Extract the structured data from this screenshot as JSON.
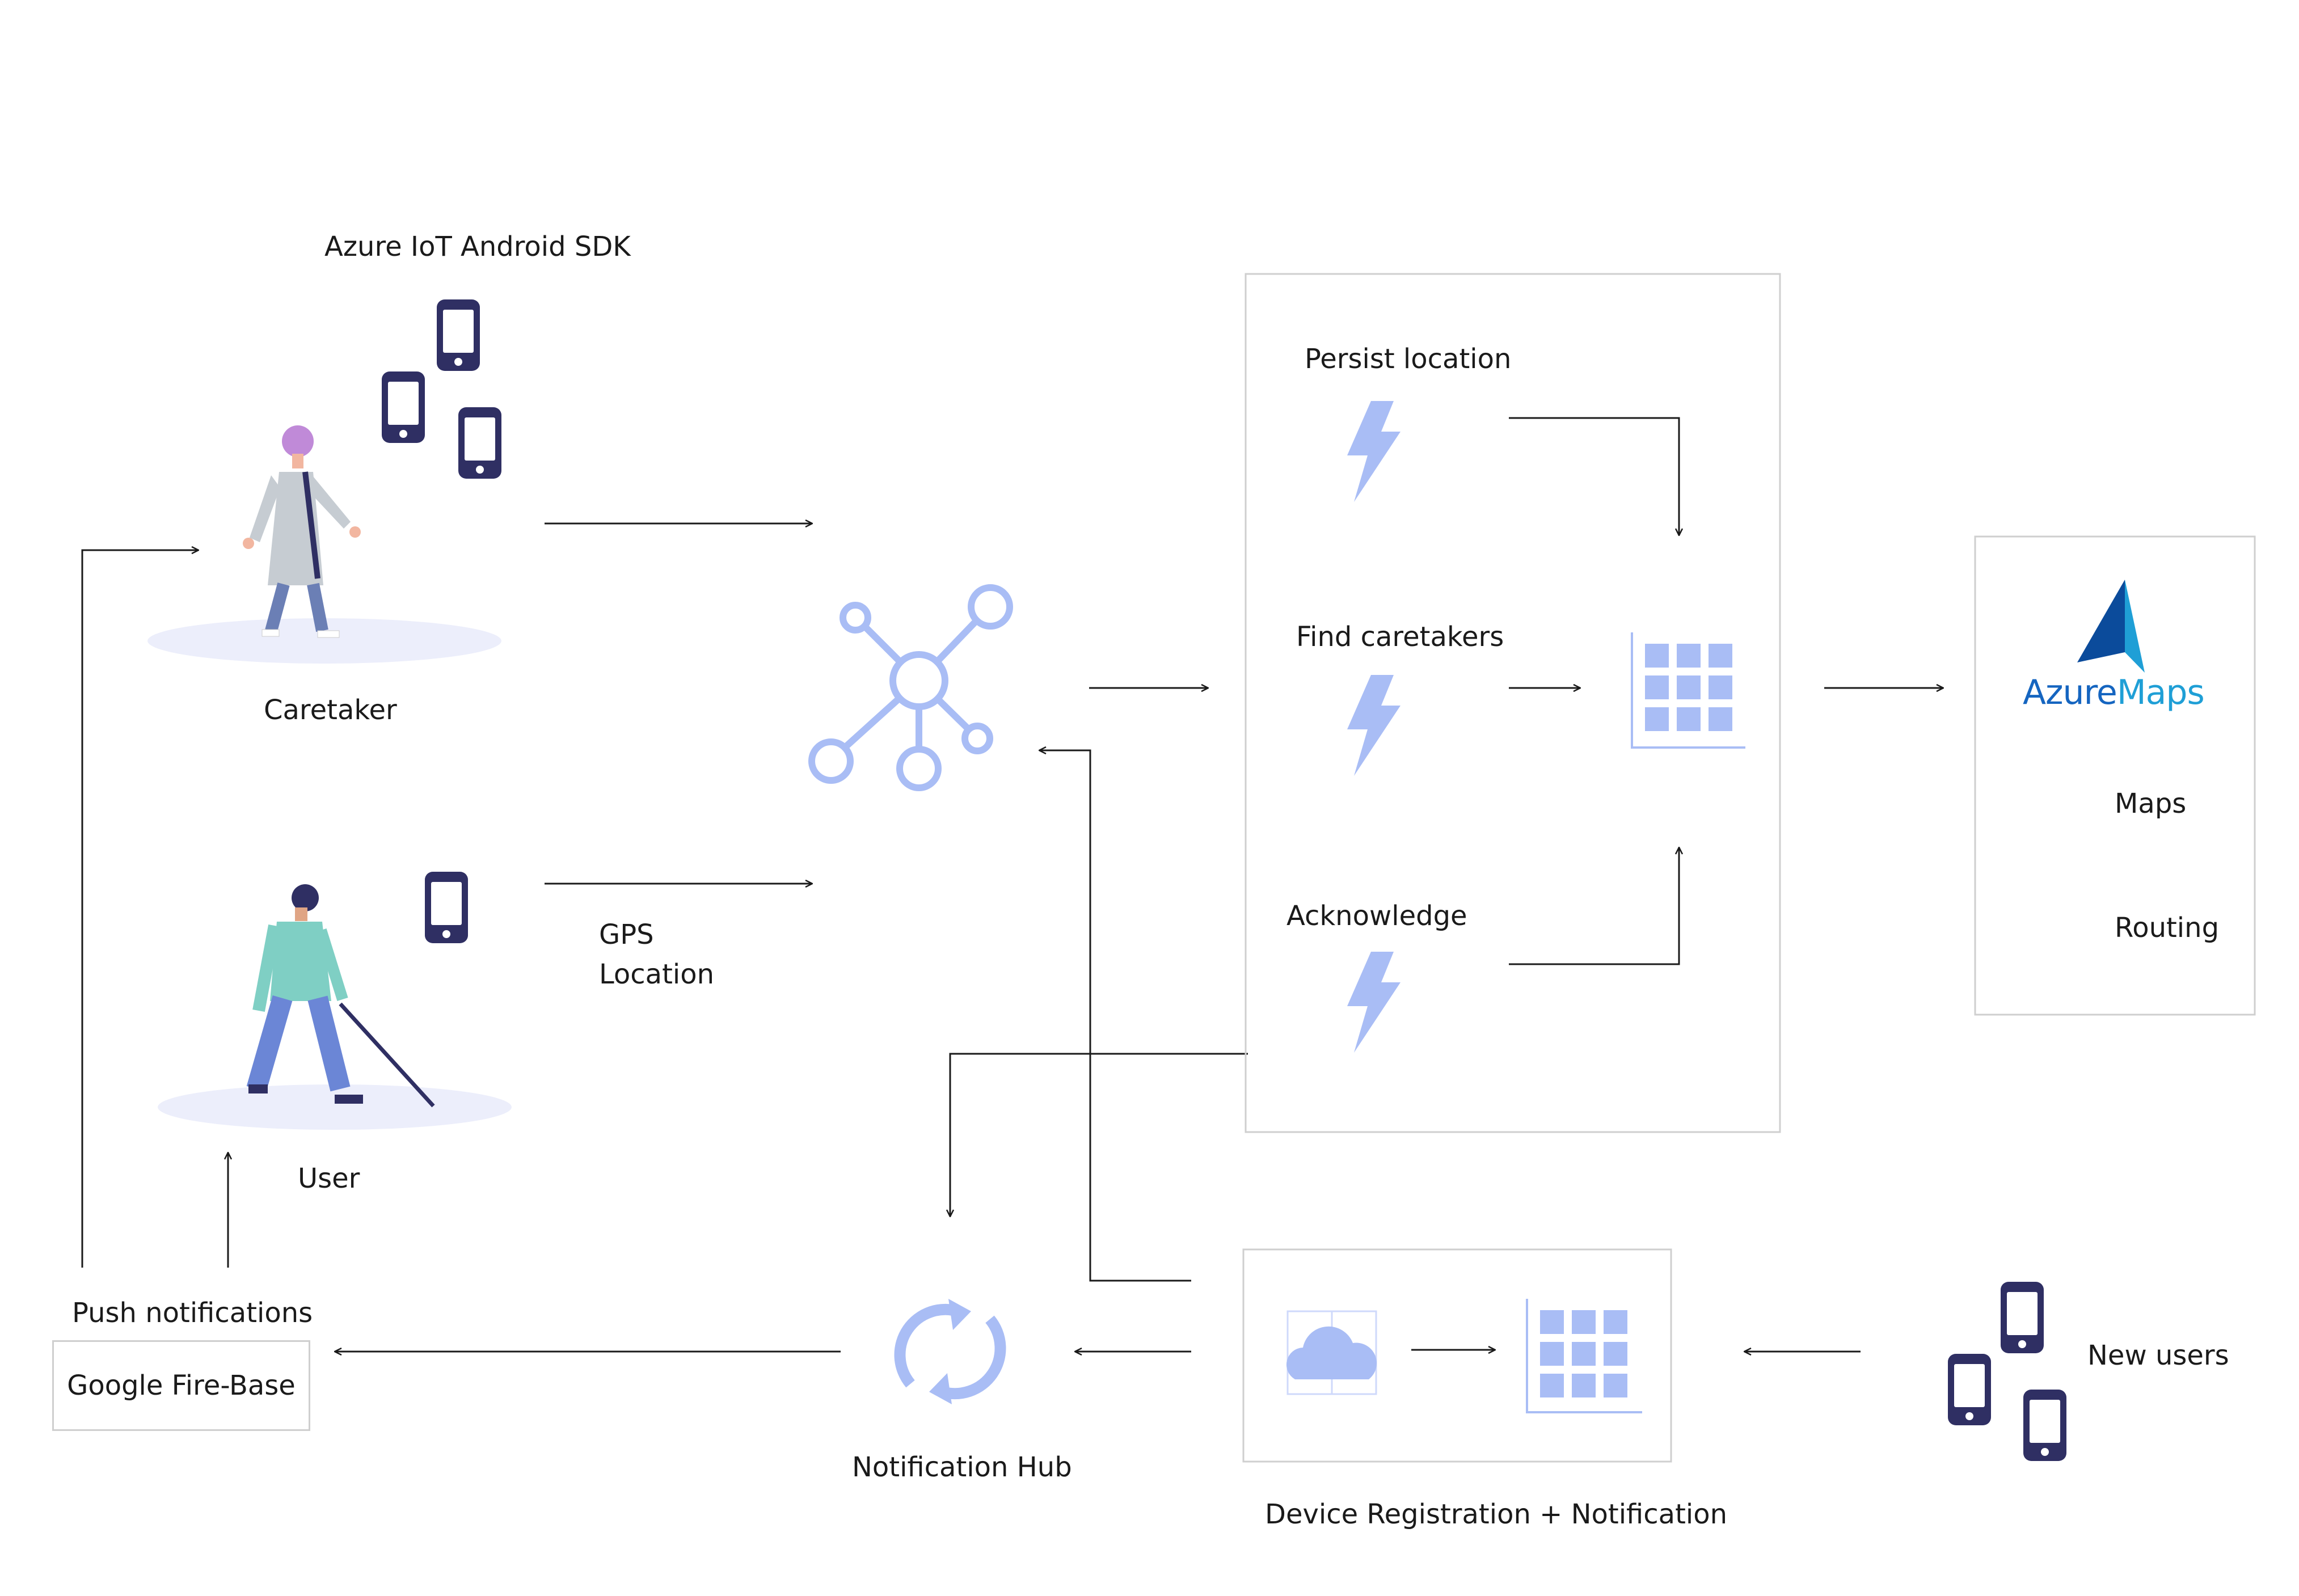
{
  "labels": {
    "sdk": "Azure IoT Android SDK",
    "caretaker": "Caretaker",
    "user": "User",
    "gps_line1": "GPS",
    "gps_line2": "Location",
    "persist": "Persist location",
    "find": "Find caretakers",
    "ack": "Acknowledge",
    "maps": "Maps",
    "routing": "Routing",
    "push": "Push notifications",
    "firebase": "Google Fire-Base",
    "hub": "Notification Hub",
    "registration": "Device Registration + Notification",
    "new_users": "New users"
  },
  "brand": {
    "part1": "Azure",
    "part2": "Maps"
  },
  "colors": {
    "line": "#1a1a1a",
    "box_border": "#cfcfcf",
    "azure_icon": "#a9bdf5",
    "phone": "#2f2f63",
    "azure_blue": "#1565c0",
    "azure_cyan": "#1f9fd6"
  },
  "icons": [
    "phone-icon",
    "iot-hub-icon",
    "function-icon",
    "table-storage-icon",
    "notification-hub-icon",
    "cloud-icon",
    "azure-maps-logo"
  ]
}
